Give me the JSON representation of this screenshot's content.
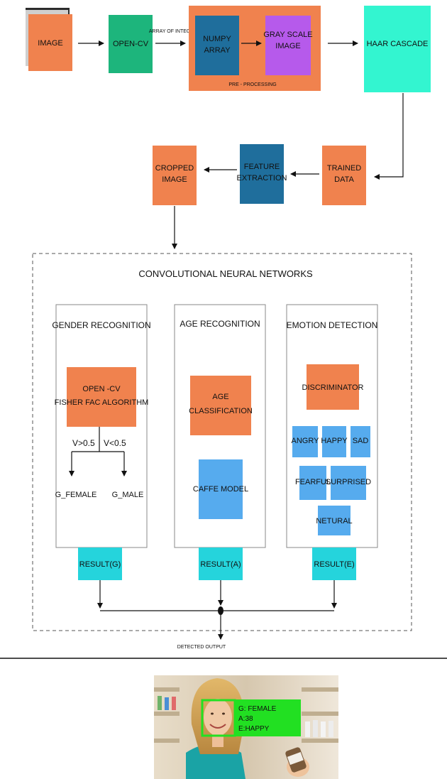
{
  "diagram": {
    "top_row": {
      "image": "IMAGE",
      "opencv": "OPEN-CV",
      "arrow_label": "ARRAY OF INTEGER",
      "numpy_l1": "NUMPY",
      "numpy_l2": "ARRAY",
      "gray_l1": "GRAY SCALE",
      "gray_l2": "IMAGE",
      "preprocessing": "PRE - PROCESSING",
      "haar": "HAAR CASCADE"
    },
    "second_row": {
      "trained_l1": "TRAINED",
      "trained_l2": "DATA",
      "feature_l1": "FEATURE",
      "feature_l2": "EXTRACTION",
      "cropped_l1": "CROPPED",
      "cropped_l2": "IMAGE"
    },
    "cnn": {
      "title": "CONVOLUTIONAL NEURAL NETWORKS",
      "gender": {
        "heading": "GENDER RECOGNITION",
        "algo_l1": "OPEN -CV",
        "algo_l2": "FISHER FAC ALGORITHM",
        "cond_left": "V>0.5",
        "cond_right": "V<0.5",
        "out_left": "G_FEMALE",
        "out_right": "G_MALE",
        "result": "RESULT(G)"
      },
      "age": {
        "heading": "AGE RECOGNITION",
        "class_l1": "AGE",
        "class_l2": "CLASSIFICATION",
        "model": "CAFFE MODEL",
        "result": "RESULT(A)"
      },
      "emotion": {
        "heading": "EMOTION DETECTION",
        "discriminator": "DISCRIMINATOR",
        "labels": [
          "ANGRY",
          "HAPPY",
          "SAD",
          "FEARFUL",
          "SURPRISED",
          "NETURAL"
        ],
        "result": "RESULT(E)"
      }
    },
    "output": "DETECTED OUTPUT"
  },
  "photo": {
    "gender": "G: FEMALE",
    "age": "A:38",
    "emotion": "E:HAPPY"
  },
  "colors": {
    "orange": "#F0824E",
    "green": "#1DB57C",
    "dark_blue": "#1F6E9C",
    "purple": "#B65AEB",
    "aqua": "#33F5D0",
    "light_blue": "#56ABEE",
    "cyan": "#25D4DC",
    "detect_green": "#22E022"
  }
}
